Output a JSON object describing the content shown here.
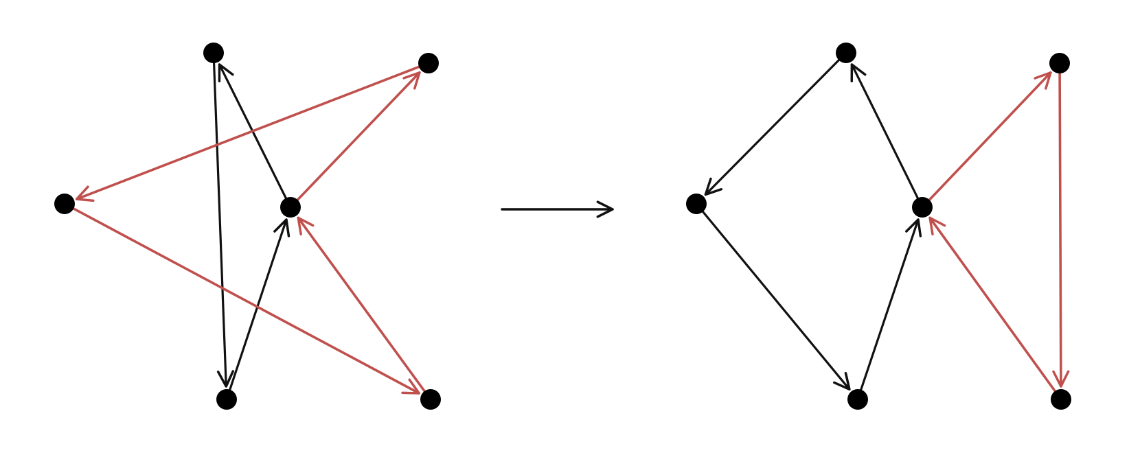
{
  "colors": {
    "black_edge": "#111111",
    "red_edge": "#c0504d",
    "node": "#000000",
    "background": "#ffffff"
  },
  "graphs": [
    {
      "id": "before",
      "nodes": [
        "top",
        "upper-right",
        "left",
        "center",
        "bottom",
        "lower-right"
      ],
      "edges": [
        {
          "from": "top",
          "to": "bottom",
          "color": "black"
        },
        {
          "from": "bottom",
          "to": "center",
          "color": "black"
        },
        {
          "from": "center",
          "to": "top",
          "color": "black"
        },
        {
          "from": "upper-right",
          "to": "left",
          "color": "red"
        },
        {
          "from": "left",
          "to": "lower-right",
          "color": "red"
        },
        {
          "from": "lower-right",
          "to": "center",
          "color": "red"
        },
        {
          "from": "center",
          "to": "upper-right",
          "color": "red"
        }
      ]
    },
    {
      "id": "after",
      "nodes": [
        "top",
        "upper-right",
        "left",
        "center",
        "bottom",
        "lower-right"
      ],
      "edges": [
        {
          "from": "top",
          "to": "left",
          "color": "black"
        },
        {
          "from": "left",
          "to": "bottom",
          "color": "black"
        },
        {
          "from": "bottom",
          "to": "center",
          "color": "black"
        },
        {
          "from": "center",
          "to": "top",
          "color": "black"
        },
        {
          "from": "center",
          "to": "upper-right",
          "color": "red"
        },
        {
          "from": "upper-right",
          "to": "lower-right",
          "color": "red"
        },
        {
          "from": "lower-right",
          "to": "center",
          "color": "red"
        }
      ]
    }
  ],
  "transition_arrow": {
    "from": "before",
    "to": "after",
    "color": "black"
  }
}
